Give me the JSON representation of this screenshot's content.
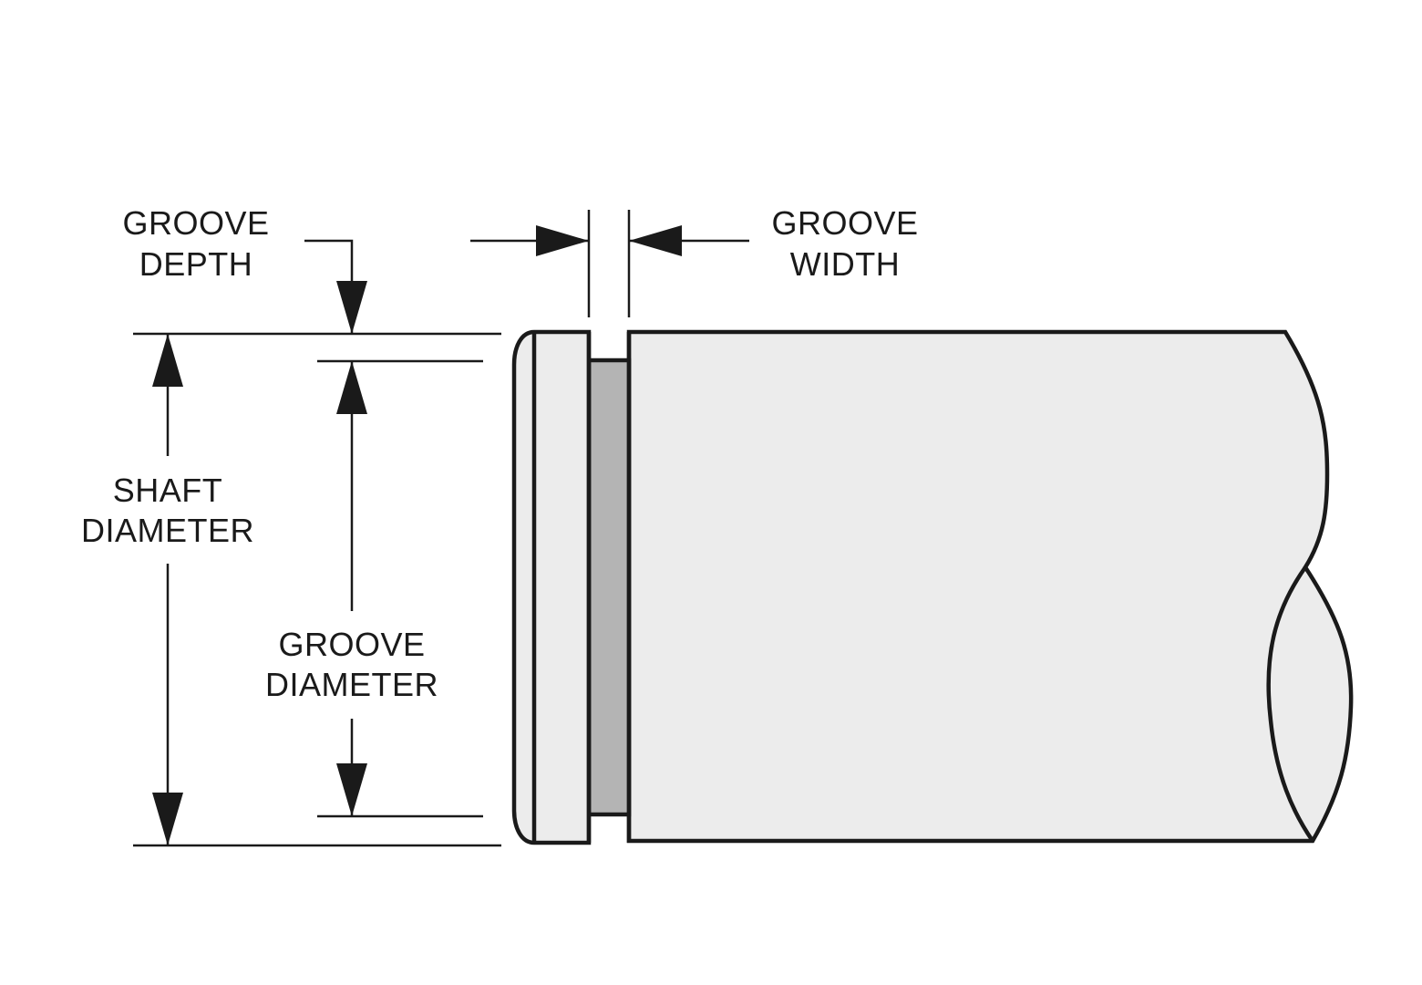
{
  "labels": {
    "groove_depth": [
      "GROOVE",
      "DEPTH"
    ],
    "groove_width": [
      "GROOVE",
      "WIDTH"
    ],
    "shaft_diameter": [
      "SHAFT",
      "DIAMETER"
    ],
    "groove_diameter": [
      "GROOVE",
      "DIAMETER"
    ]
  },
  "colors": {
    "line": "#1a1a1a",
    "shaft_fill": "#ececec",
    "groove_fill": "#b4b4b4",
    "background": "#ffffff"
  }
}
